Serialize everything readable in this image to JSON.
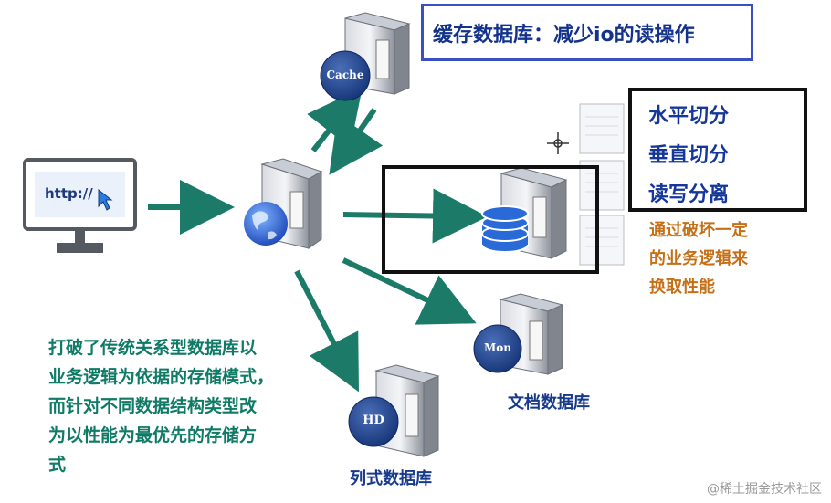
{
  "colors": {
    "arrow": "#1b7a68",
    "blue_box": "#3b4fc4",
    "label_blue": "#16379a",
    "orange": "#c56f16",
    "green": "#0f7a66"
  },
  "icons": [
    "monitor-icon",
    "web-server-icon",
    "cache-server-icon",
    "database-server-icon",
    "document-db-server-icon",
    "column-db-server-icon",
    "document-stack-icon",
    "crosshair-icon"
  ],
  "monitor": {
    "url_text": "http://"
  },
  "cache": {
    "badge": "Cache",
    "description": "缓存数据库：减少io的读操作"
  },
  "split": {
    "items": [
      "水平切分",
      "垂直切分",
      "读写分离"
    ]
  },
  "tradeoff": {
    "lines": [
      "通过破坏一定",
      "的业务逻辑来",
      "换取性能"
    ]
  },
  "mongo": {
    "badge": "Mon",
    "label": "文档数据库"
  },
  "hd": {
    "badge": "HD",
    "label": "列式数据库"
  },
  "summary": {
    "lines": [
      "打破了传统关系型数据库以",
      "业务逻辑为依据的存储模式，",
      "而针对不同数据结构类型改",
      "为以性能为最优先的存储方",
      "式"
    ]
  },
  "watermark": "@稀土掘金技术社区"
}
